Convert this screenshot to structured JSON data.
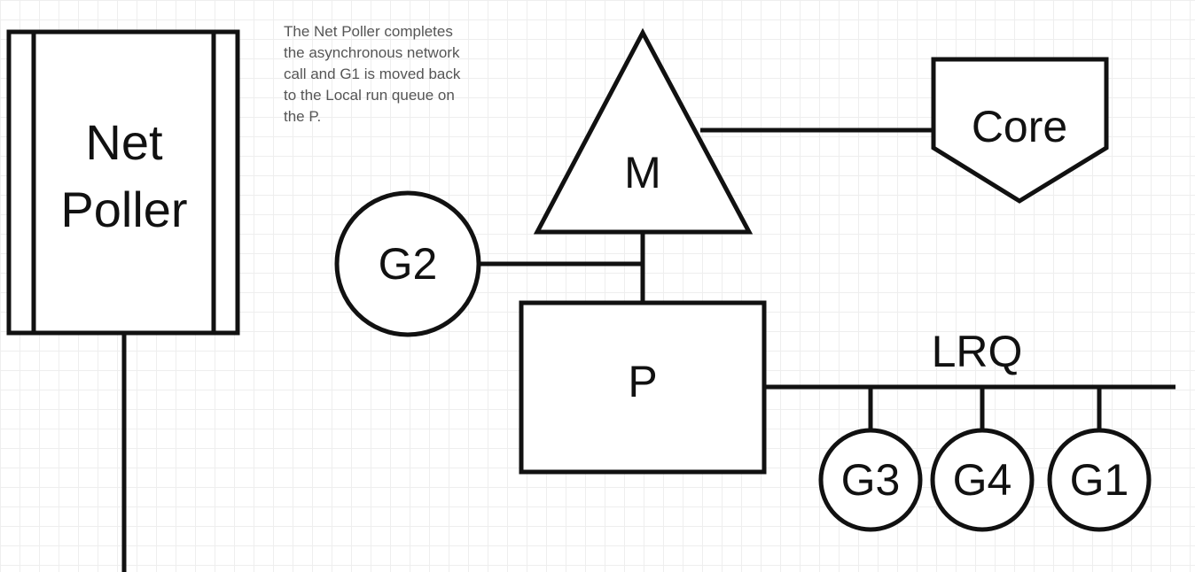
{
  "caption": "The Net Poller completes\nthe asynchronous network\ncall and G1 is moved back\nto the Local run queue on\nthe P.",
  "nodes": {
    "net_poller_line1": "Net",
    "net_poller_line2": "Poller",
    "machine": "M",
    "core": "Core",
    "processor": "P",
    "lrq": "LRQ",
    "g2": "G2",
    "g3": "G3",
    "g4": "G4",
    "g1": "G1"
  },
  "colors": {
    "stroke": "#111111",
    "caption": "#555555",
    "grid": "#eeeeee"
  }
}
